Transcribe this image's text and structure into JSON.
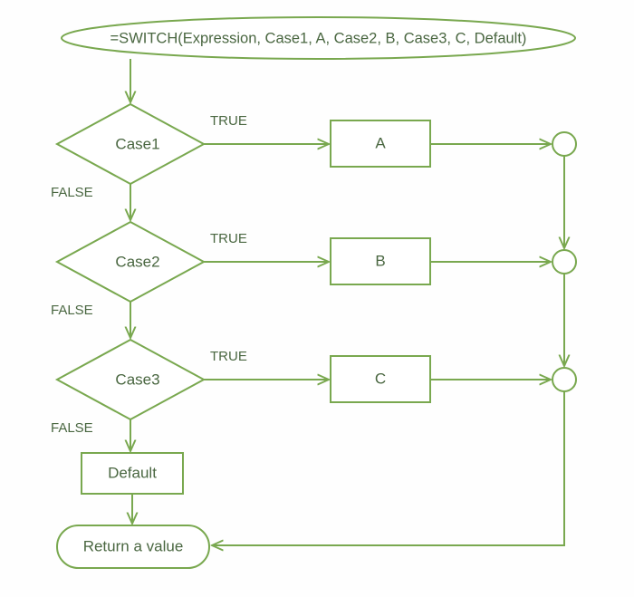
{
  "diagram": {
    "title_formula": "=SWITCH(Expression, Case1, A, Case2, B, Case3, C, Default)",
    "colors": {
      "stroke": "#79a84f",
      "text": "#4a6741",
      "background": "#fefefe",
      "shape_fill": "#ffffff"
    },
    "start_node": {
      "label": "=SWITCH(Expression, Case1, A, Case2, B, Case3, C, Default)",
      "shape": "ellipse"
    },
    "decisions": [
      {
        "label": "Case1",
        "shape": "diamond",
        "true_label": "TRUE",
        "false_label": "FALSE",
        "result_label": "A"
      },
      {
        "label": "Case2",
        "shape": "diamond",
        "true_label": "TRUE",
        "false_label": "FALSE",
        "result_label": "B"
      },
      {
        "label": "Case3",
        "shape": "diamond",
        "true_label": "TRUE",
        "false_label": "FALSE",
        "result_label": "C"
      }
    ],
    "default_node": {
      "label": "Default",
      "shape": "rectangle"
    },
    "end_node": {
      "label": "Return a value",
      "shape": "stadium"
    },
    "merge_nodes": [
      {
        "name": "merge-1"
      },
      {
        "name": "merge-2"
      },
      {
        "name": "merge-3"
      }
    ]
  }
}
